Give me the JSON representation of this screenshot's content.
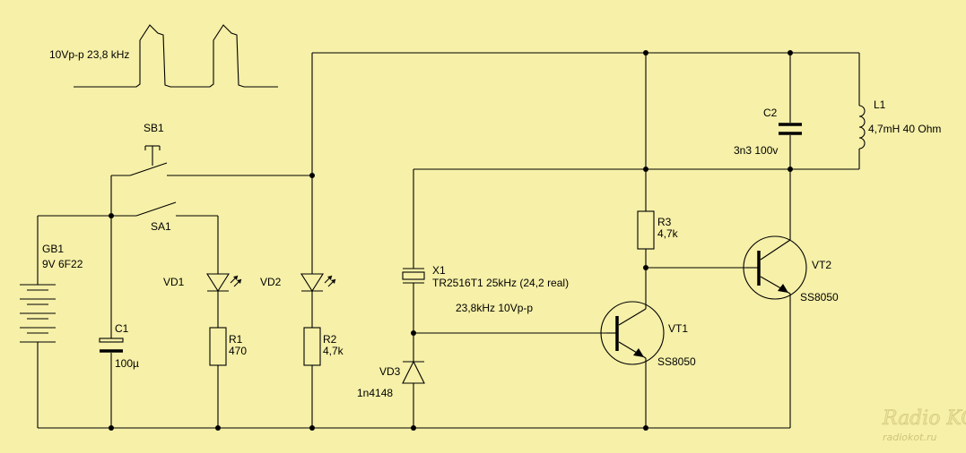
{
  "waveform": {
    "label": "10Vp-p 23,8 kHz"
  },
  "components": {
    "sb1": {
      "ref": "SB1"
    },
    "sa1": {
      "ref": "SA1"
    },
    "gb1": {
      "ref": "GB1",
      "value": "9V 6F22"
    },
    "c1": {
      "ref": "C1",
      "value": "100µ"
    },
    "vd1": {
      "ref": "VD1"
    },
    "vd2": {
      "ref": "VD2"
    },
    "r1": {
      "ref": "R1",
      "value": "470"
    },
    "r2": {
      "ref": "R2",
      "value": "4,7k"
    },
    "x1": {
      "ref": "X1",
      "value": "TR2516T1 25kHz (24,2 real)",
      "note": "23,8kHz 10Vp-p"
    },
    "vd3": {
      "ref": "VD3",
      "value": "1n4148"
    },
    "r3": {
      "ref": "R3",
      "value": "4,7k"
    },
    "vt1": {
      "ref": "VT1",
      "value": "SS8050"
    },
    "vt2": {
      "ref": "VT2",
      "value": "SS8050"
    },
    "c2": {
      "ref": "C2",
      "value": "3n3 100v"
    },
    "l1": {
      "ref": "L1",
      "value": "4,7mH 40 Ohm"
    }
  },
  "watermark": {
    "logo": "Radio KOT",
    "url": "radiokot.ru"
  }
}
